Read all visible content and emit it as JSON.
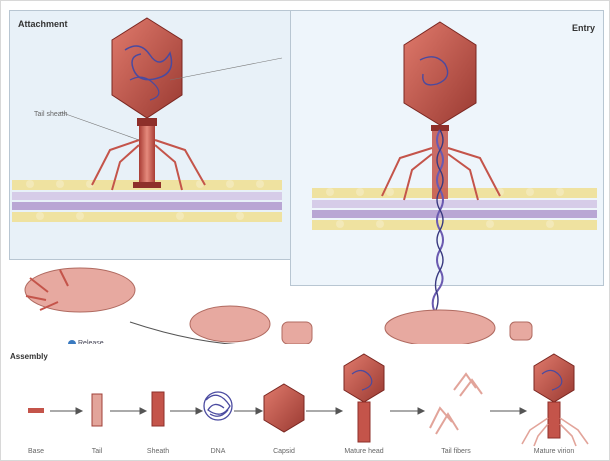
{
  "attachment": {
    "title": "Attachment",
    "tail_sheath_label": "Tail sheath"
  },
  "entry": {
    "title": "Entry"
  },
  "release": {
    "label": "Release"
  },
  "assembly": {
    "title": "Assembly",
    "steps": [
      "Base",
      "Tail",
      "Sheath",
      "DNA",
      "Capsid",
      "Mature head",
      "Tail fibers",
      "Mature virion"
    ]
  },
  "colors": {
    "phage": "#c4544a",
    "phage_dark": "#8e2f2a",
    "dna": "#4a4aa0",
    "membrane_yellow": "#e9d77c",
    "membrane_purple": "#b9a6d4",
    "panel_bg": "#e8f1f8"
  }
}
